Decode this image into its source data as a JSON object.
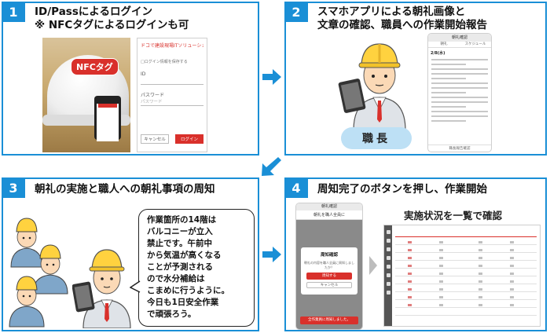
{
  "colors": {
    "accent": "#1a8fd6",
    "brand_red": "#d9302b",
    "badge_blue": "#bde0f5"
  },
  "steps": [
    {
      "number": "1",
      "title_lines": [
        "ID/Passによるログイン",
        "※ NFCタグによるログインも可"
      ],
      "nfc_tag_label": "NFCタグ",
      "login_screen": {
        "app_name": "ドコで建設現場ITソリューション",
        "remember_label": "□ログイン情報を保存する",
        "id_label": "ID",
        "password_label": "パスワード",
        "password_placeholder": "パスワード",
        "cancel_label": "キャンセル",
        "login_label": "ログイン"
      }
    },
    {
      "number": "2",
      "title_lines": [
        "スマホアプリによる朝礼画像と",
        "文章の確認、職員への作業開始報告"
      ],
      "leader_label": "職長",
      "phone": {
        "header": "朝礼確認",
        "tabs": [
          "朝礼",
          "スケジュール"
        ],
        "date": "2/8(水)",
        "footer": "職長報告確認"
      }
    },
    {
      "number": "3",
      "title_lines": [
        "朝礼の実施と職人への朝礼事項の周知"
      ],
      "speech_lines": [
        "作業箇所の14階は",
        "バルコニーが立入",
        "禁止です。午前中",
        "から気温が高くなる",
        "ことが予測される",
        "ので水分補給は",
        "こまめに行うように。",
        "今日も1日安全作業",
        "で頑張ろう。"
      ]
    },
    {
      "number": "4",
      "title_lines": [
        "周知完了のボタンを押し、作業開始"
      ],
      "phone": {
        "header": "朝礼確認",
        "subheader": "朝礼を職人全員に",
        "dialog_title": "周知確認",
        "dialog_message": "朝礼の内容を職人全員に周知しましたか？",
        "confirm_label": "周知する",
        "cancel_label": "キャンセル",
        "footer_button": "全作業員に周知しました。"
      },
      "status_title": "実施状況を一覧で確認"
    }
  ]
}
